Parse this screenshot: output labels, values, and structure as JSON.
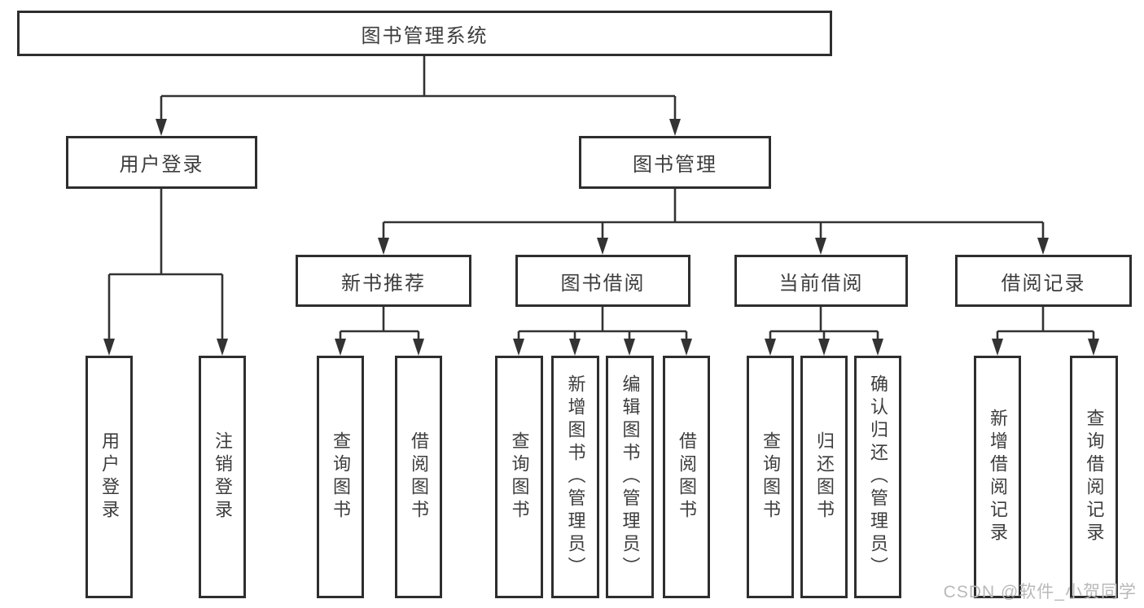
{
  "diagram": {
    "root": {
      "label": "图书管理系统"
    },
    "level2": [
      {
        "label": "用户登录"
      },
      {
        "label": "图书管理"
      }
    ],
    "level3": [
      {
        "label": "新书推荐"
      },
      {
        "label": "图书借阅"
      },
      {
        "label": "当前借阅"
      },
      {
        "label": "借阅记录"
      }
    ],
    "leaves": [
      {
        "label": "用户登录"
      },
      {
        "label": "注销登录"
      },
      {
        "label": "查询图书"
      },
      {
        "label": "借阅图书"
      },
      {
        "label": "查询图书"
      },
      {
        "label": "新增图书（管理员）"
      },
      {
        "label": "编辑图书（管理员）"
      },
      {
        "label": "借阅图书"
      },
      {
        "label": "查询图书"
      },
      {
        "label": "归还图书"
      },
      {
        "label": "确认归还（管理员）"
      },
      {
        "label": "新增借阅记录"
      },
      {
        "label": "查询借阅记录"
      }
    ]
  },
  "watermark": "CSDN @软件_小贺同学",
  "colors": {
    "line": "#333333",
    "box_border": "#2e2e2e",
    "text": "#3d3d3d",
    "watermark": "#b9b9b9",
    "background": "#ffffff"
  }
}
